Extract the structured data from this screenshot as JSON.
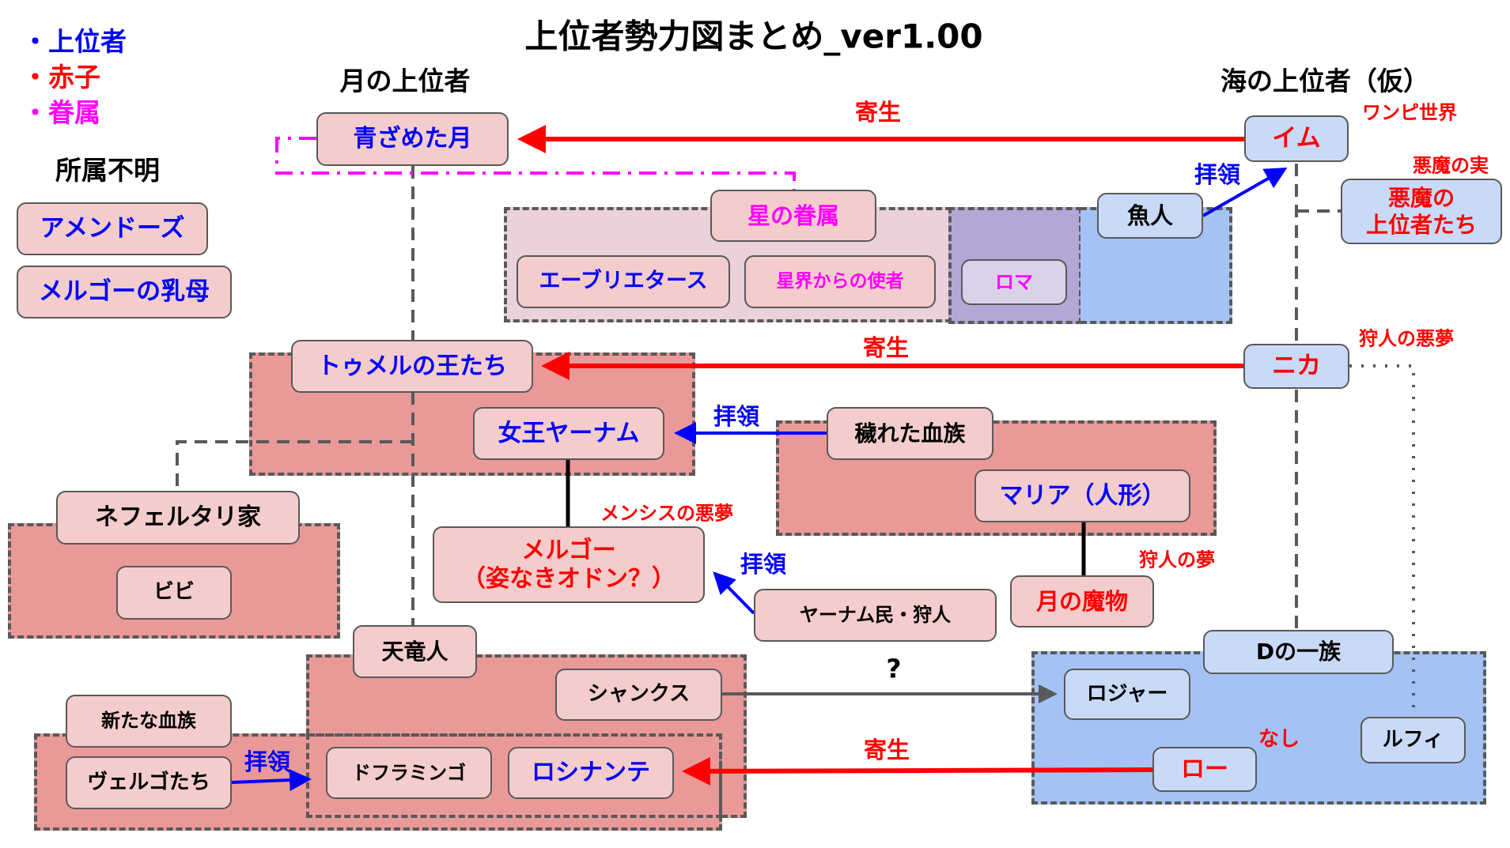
{
  "title": "上位者勢力図まとめ_ver1.00",
  "legend": {
    "items": [
      {
        "bullet": "・",
        "label": "上位者",
        "color": "#0000ff"
      },
      {
        "bullet": "・",
        "label": "赤子",
        "color": "#ff0000"
      },
      {
        "bullet": "・",
        "label": "眷属",
        "color": "#ff00ff"
      }
    ]
  },
  "unknown": {
    "heading": "所属不明",
    "nodes": [
      "アメンドーズ",
      "メルゴーの乳母"
    ]
  },
  "columns": {
    "moon": "月の上位者",
    "sea": "海の上位者（仮）"
  },
  "nodes": {
    "pale_moon": "青ざめた月",
    "imu": "イム",
    "devil_fruit_beings": [
      "悪魔の",
      "上位者たち"
    ],
    "kin_of_stars": "星の眷属",
    "ebrietas": "エーブリエタース",
    "celestial_emissary": "星界からの使者",
    "rom": "ロマ",
    "fishmen": "魚人",
    "pthumerian_kings": "トゥメルの王たち",
    "nika": "ニカ",
    "queen_yharnam": "女王ヤーナム",
    "vilebloods": "穢れた血族",
    "maria": "マリア（人形）",
    "moon_presence": "月の魔物",
    "nefertari": "ネフェルタリ家",
    "vivi": "ビビ",
    "mergo": [
      "メルゴー",
      "（姿なきオドン？）"
    ],
    "yharnamites": "ヤーナム民・狩人",
    "celestial_dragons": "天竜人",
    "shanks": "シャンクス",
    "new_bloodline": "新たな血族",
    "vergo": "ヴェルゴたち",
    "doflamingo": "ドフラミンゴ",
    "rosinante": "ロシナンテ",
    "d_clan": "Dの一族",
    "roger": "ロジャー",
    "law": "ロー",
    "luffy": "ルフィ"
  },
  "annotations": {
    "one_piece_world": "ワンピ世界",
    "devil_fruit": "悪魔の実",
    "hunters_nightmare": "狩人の悪夢",
    "nightmare_of_mensis": "メンシスの悪夢",
    "hunters_dream": "狩人の夢",
    "none": "なし"
  },
  "edges": {
    "parasite_top": "寄生",
    "parasite_middle": "寄生",
    "parasite_bottom": "寄生",
    "receive_fishmen": "拝領",
    "receive_vilebloods": "拝領",
    "receive_yharnamites": "拝領",
    "receive_vergo": "拝領",
    "unknown_shanks_roger": "?"
  },
  "colors": {
    "superior": "#0000ff",
    "infant": "#ff0000",
    "kin": "#ff00ff",
    "group_red": "#ea9999",
    "group_pink": "#ead1dc",
    "group_purple": "#b4a7d6",
    "group_blue": "#a4c2f4",
    "node_pink": "#f4cccc",
    "node_blue": "#c9daf8",
    "node_lavender": "#d9d2e9"
  }
}
